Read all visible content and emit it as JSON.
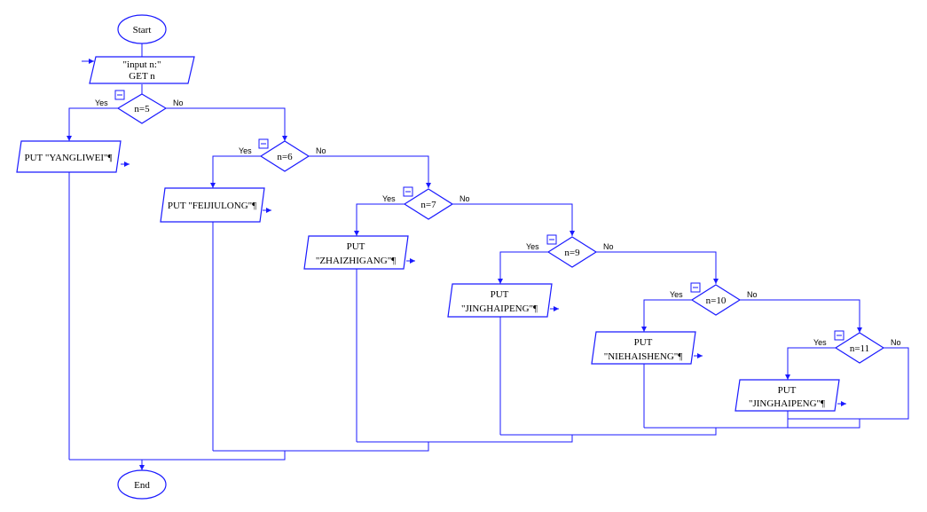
{
  "flowchart": {
    "start": "Start",
    "end": "End",
    "input": {
      "line1": "\"input n:\"",
      "line2": "GET n"
    },
    "decisions": [
      {
        "label": "n=5"
      },
      {
        "label": "n=6"
      },
      {
        "label": "n=7"
      },
      {
        "label": "n=9"
      },
      {
        "label": "n=10"
      },
      {
        "label": "n=11"
      }
    ],
    "outputs": [
      {
        "line1": "PUT \"YANGLIWEI\"¶"
      },
      {
        "line1": "PUT \"FEIJIULONG\"¶"
      },
      {
        "line1": "PUT",
        "line2": "\"ZHAIZHIGANG\"¶"
      },
      {
        "line1": "PUT",
        "line2": "\"JINGHAIPENG\"¶"
      },
      {
        "line1": "PUT",
        "line2": "\"NIEHAISHENG\"¶"
      },
      {
        "line1": "PUT",
        "line2": "\"JINGHAIPENG\"¶"
      }
    ],
    "yes_label": "Yes",
    "no_label": "No"
  }
}
